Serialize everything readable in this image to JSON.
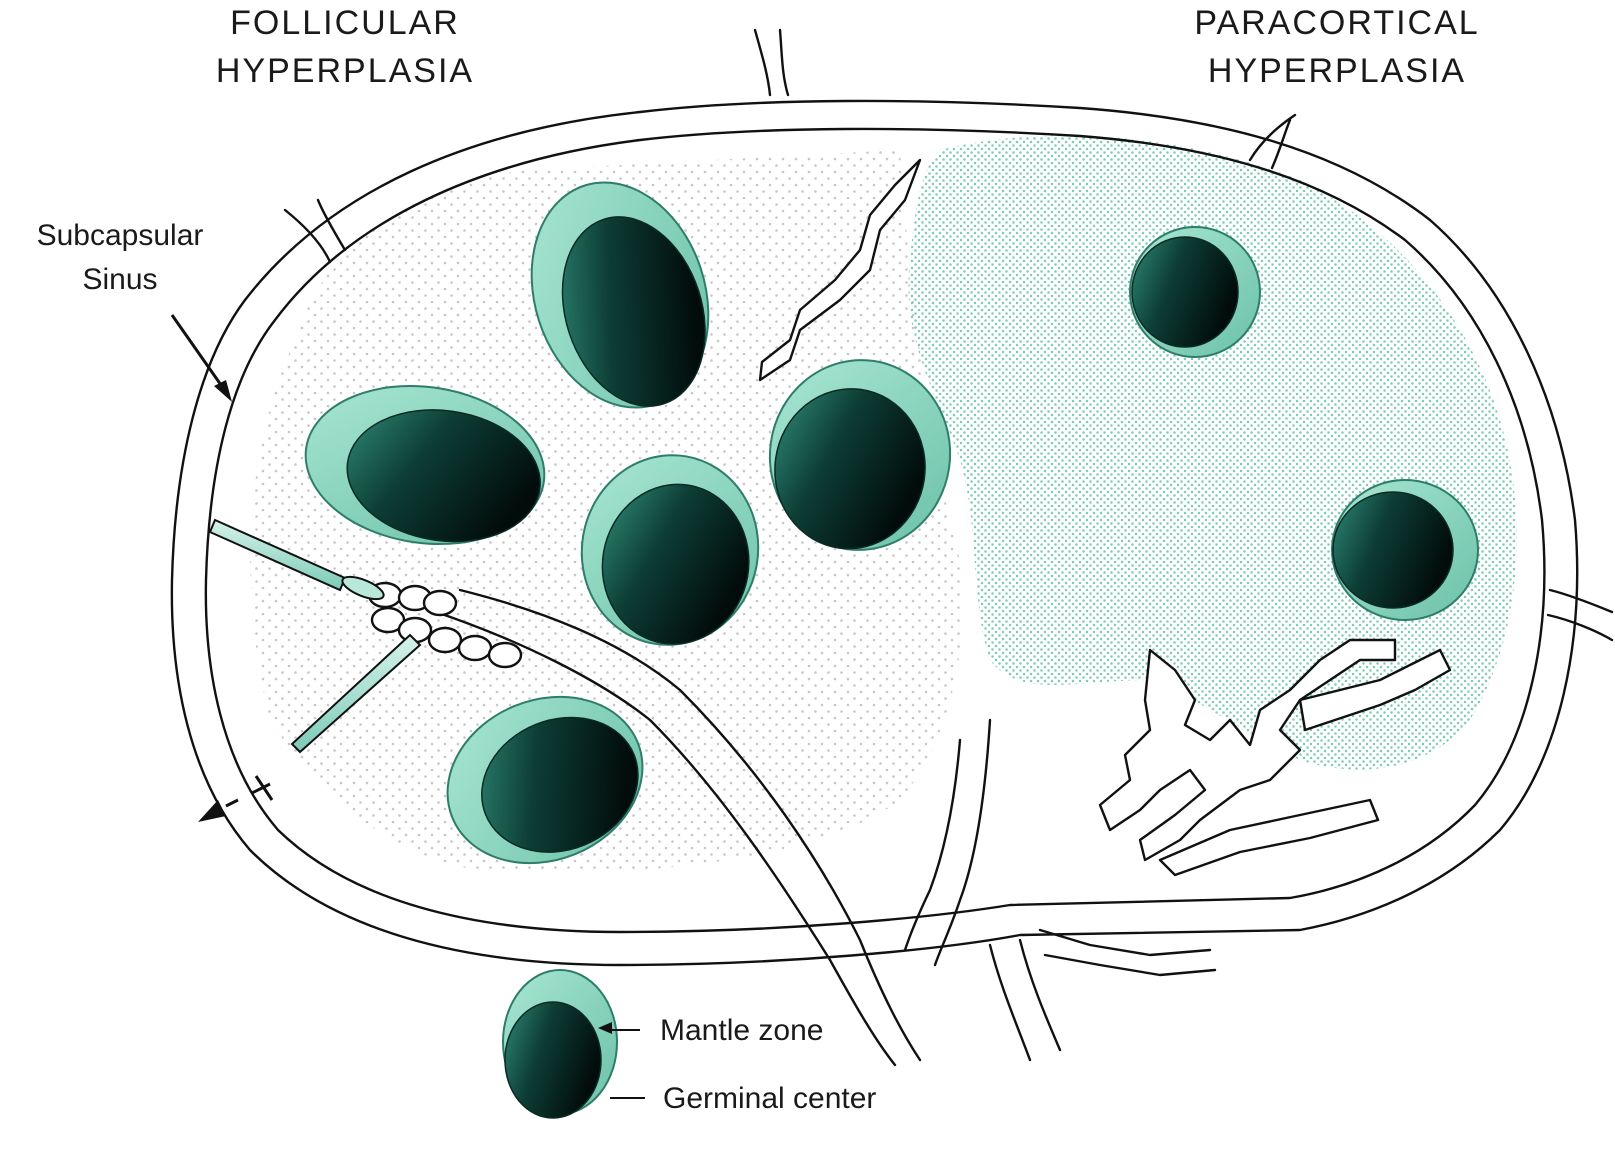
{
  "labels": {
    "follicular_line1": "FOLLICULAR",
    "follicular_line2": "HYPERPLASIA",
    "paracortical_line1": "PARACORTICAL",
    "paracortical_line2": "HYPERPLASIA",
    "subcapsular_line1": "Subcapsular",
    "subcapsular_line2": "Sinus"
  },
  "legend": {
    "mantle_zone": "Mantle zone",
    "germinal_center": "Germinal center"
  },
  "colors": {
    "mantle": "#8fd9c1",
    "mantle_edge": "#2e7d6a",
    "germinal_light": "#2f8a76",
    "germinal_dark": "#041614",
    "paracortex_dots": "#7ccbb7",
    "cortex_dots": "#c6c6c6",
    "outline": "#111111"
  }
}
